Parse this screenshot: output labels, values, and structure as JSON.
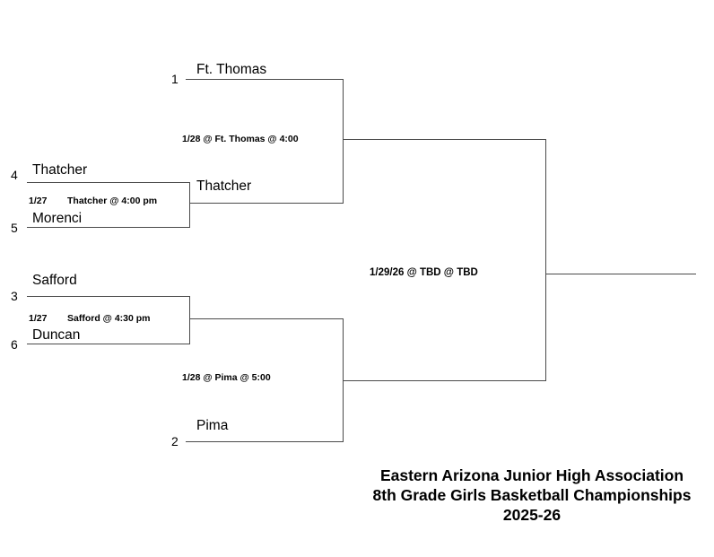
{
  "title": {
    "line1": "Eastern Arizona Junior High Association",
    "line2": "8th Grade Girls Basketball Championships",
    "line3": "2025-26"
  },
  "bracket": {
    "round1": {
      "games": [
        {
          "id": "game-r1-1",
          "date": "1/27",
          "info": "Thatcher @ 4:00 pm",
          "teams": [
            {
              "seed": "4",
              "name": "Thatcher"
            },
            {
              "seed": "5",
              "name": "Morenci"
            }
          ]
        },
        {
          "id": "game-r1-2",
          "date": "1/27",
          "info": "Safford @ 4:30 pm",
          "teams": [
            {
              "seed": "3",
              "name": "Safford"
            },
            {
              "seed": "6",
              "name": "Duncan"
            }
          ]
        }
      ]
    },
    "round2": {
      "games": [
        {
          "id": "game-r2-1",
          "info": "1/28 @ Ft. Thomas @ 4:00",
          "teams": [
            {
              "seed": "1",
              "name": "Ft. Thomas"
            },
            {
              "seed": "",
              "name": "Thatcher"
            }
          ]
        },
        {
          "id": "game-r2-2",
          "info": "1/28 @ Pima @ 5:00",
          "teams": [
            {
              "seed": "",
              "name": ""
            },
            {
              "seed": "2",
              "name": "Pima"
            }
          ]
        }
      ]
    },
    "final": {
      "id": "game-final",
      "info": "1/29/26 @ TBD  @ TBD",
      "champion": ""
    }
  },
  "style": {
    "line_color": "#4a4a4a",
    "text_color": "#000000",
    "background": "#ffffff"
  }
}
